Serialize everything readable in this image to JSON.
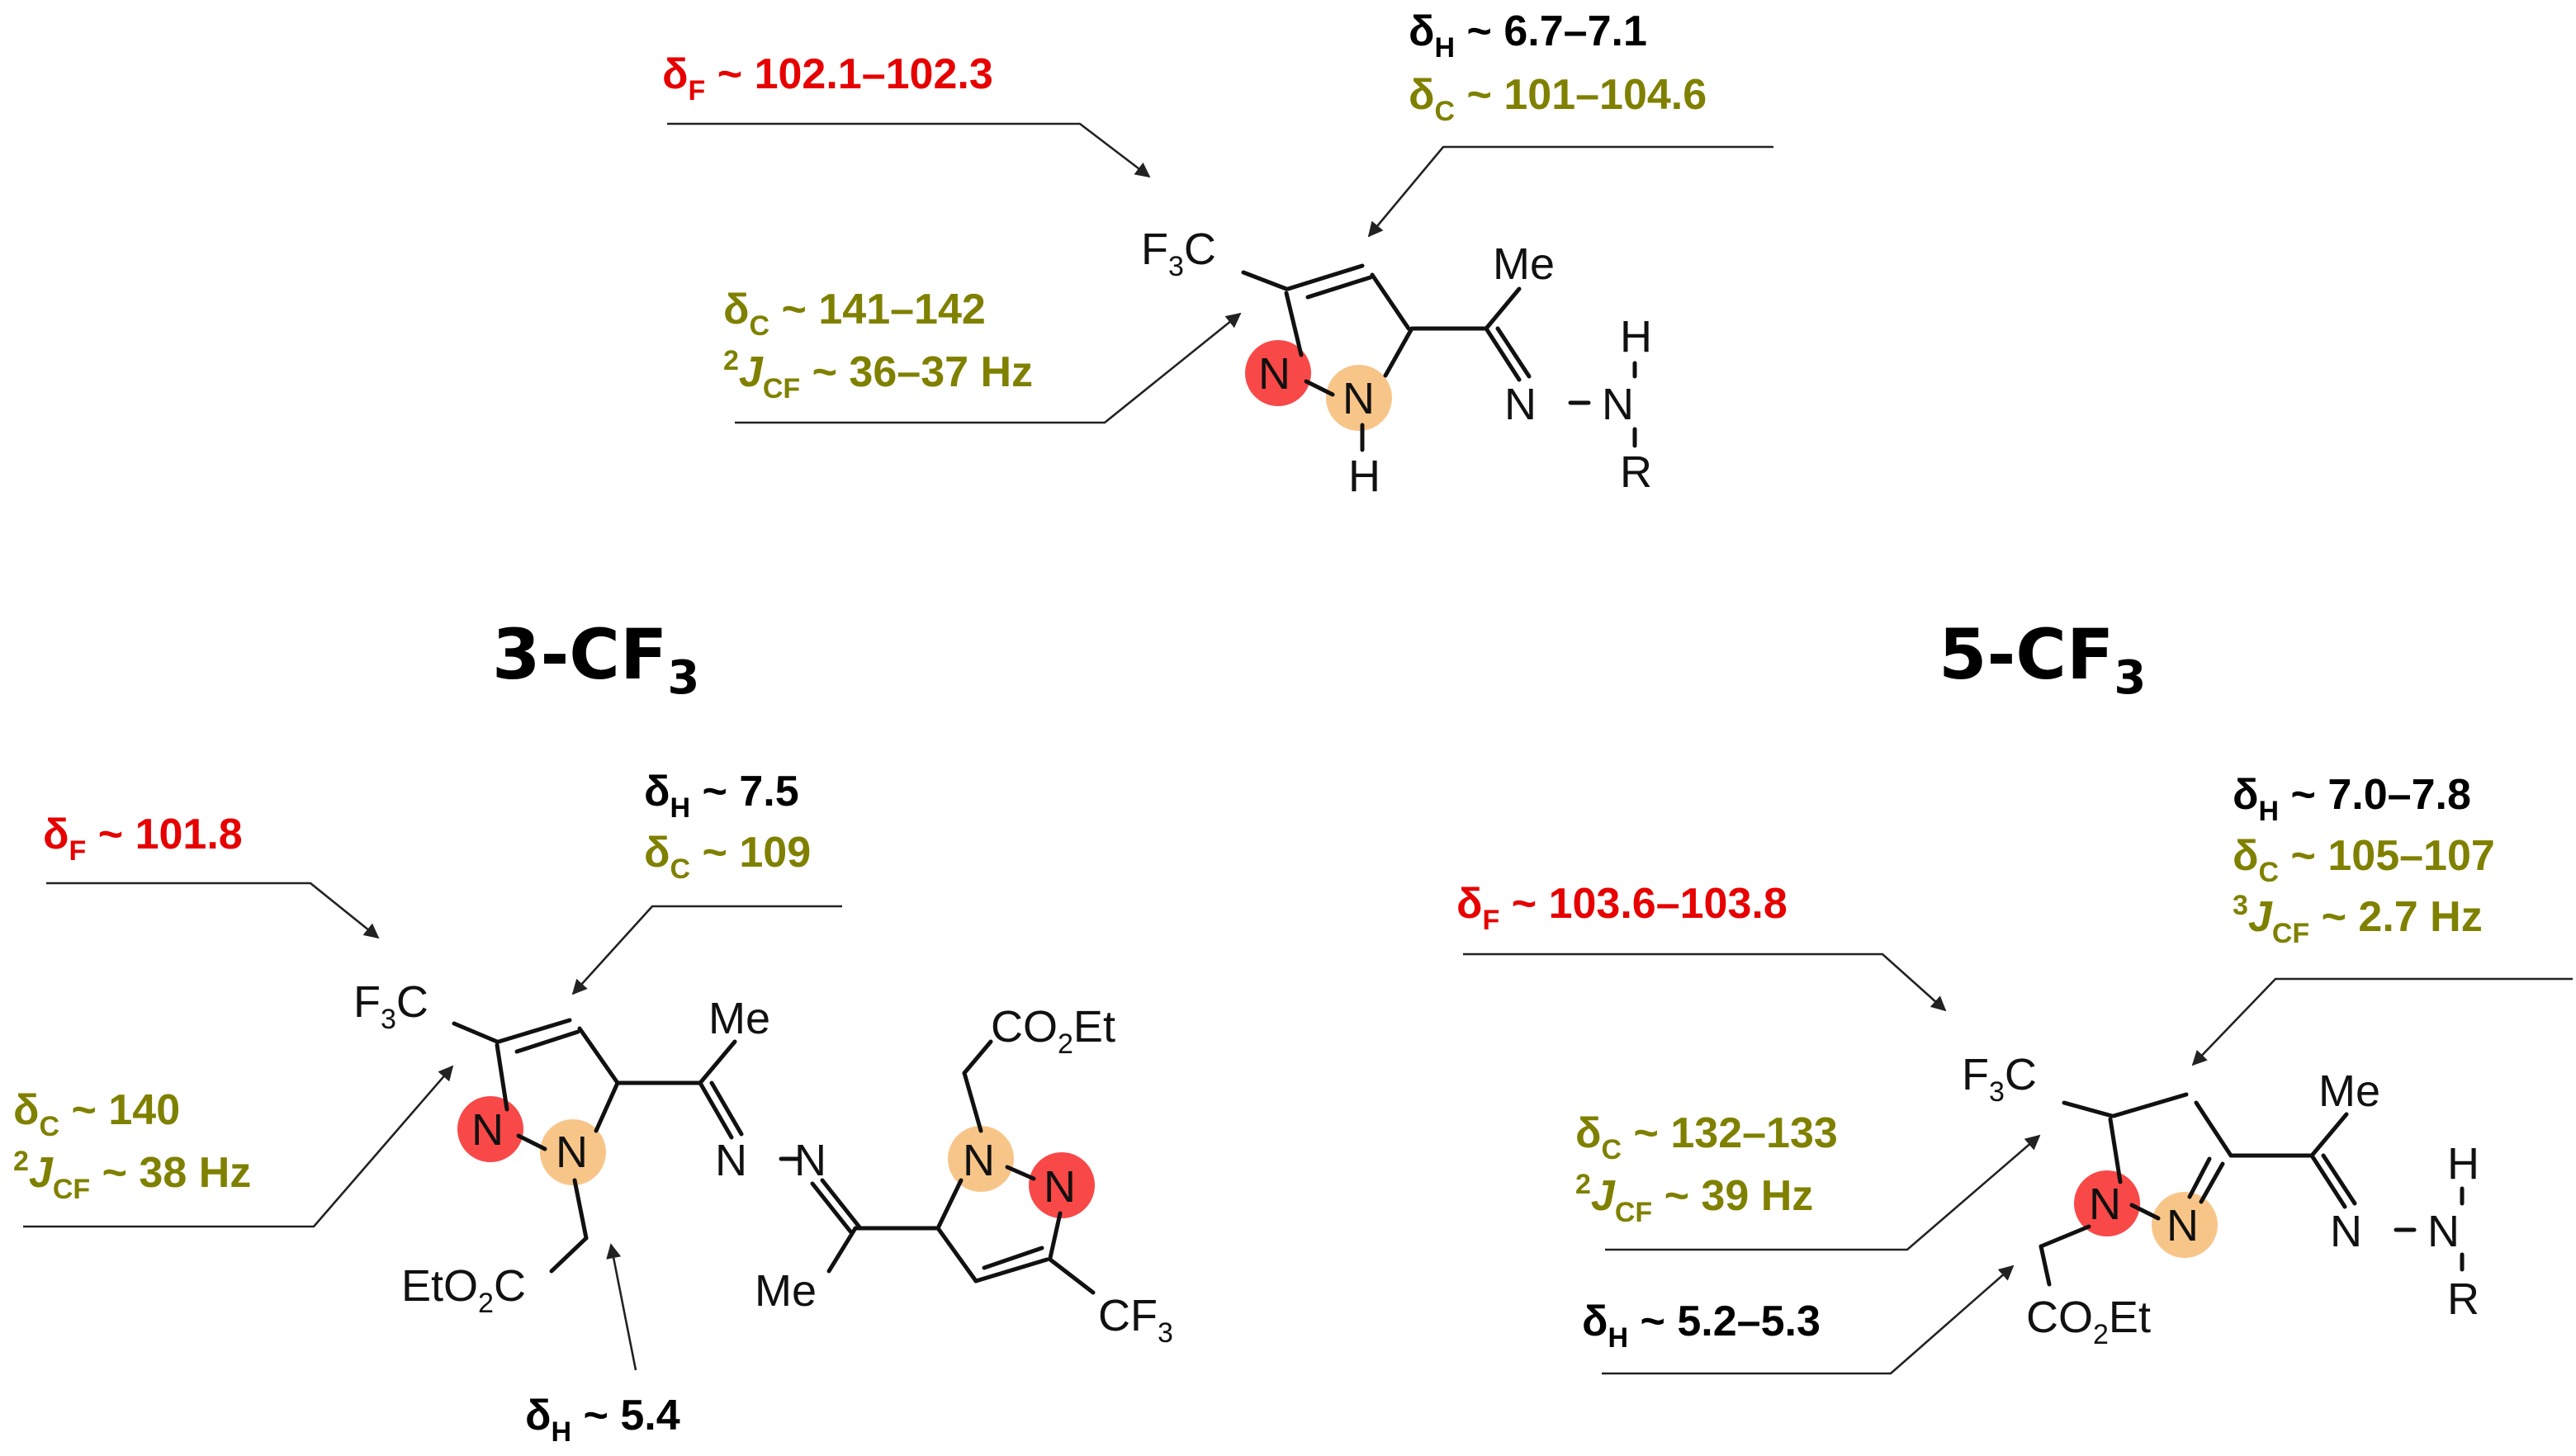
{
  "colors": {
    "fluorine_shift": "#e60000",
    "carbon_shift": "#808000",
    "proton_shift": "#000000",
    "n1_circle": "#f94848",
    "n2_circle": "#f8c589",
    "arrow": "#222222"
  },
  "headings": {
    "left": {
      "main": "3-CF",
      "sub": "3"
    },
    "right": {
      "main": "5-CF",
      "sub": "3"
    }
  },
  "atoms": {
    "cf3_f": "F",
    "cf3_sub": "3",
    "cf3_c": "C",
    "cf3_right_f": "F",
    "cf3_right_sub": "3",
    "cf3_right_c": "C",
    "n": "N",
    "h": "H",
    "me": "Me",
    "r": "R",
    "co2et_co": "CO",
    "co2et_sub": "2",
    "co2et_et": "Et",
    "eto2c_eto": "EtO",
    "eto2c_sub": "2",
    "eto2c_c": "C"
  },
  "annotations": {
    "top": {
      "fluorine": {
        "sym": "δ",
        "sub": "F",
        "text": " ~ 102.1–102.3"
      },
      "proton": {
        "sym": "δ",
        "sub": "H",
        "text": " ~ 6.7–7.1"
      },
      "carbon4": {
        "sym": "δ",
        "sub": "C",
        "text": " ~ 101–104.6"
      },
      "carbon3": {
        "sym": "δ",
        "sub": "C",
        "text": " ~ 141–142"
      },
      "coupling": {
        "sup": "2",
        "sym": "J",
        "sub": "CF",
        "text": " ~ 36–37 Hz"
      }
    },
    "left": {
      "fluorine": {
        "sym": "δ",
        "sub": "F",
        "text": " ~ 101.8"
      },
      "proton": {
        "sym": "δ",
        "sub": "H",
        "text": " ~ 7.5"
      },
      "carbon4": {
        "sym": "δ",
        "sub": "C",
        "text": " ~ 109"
      },
      "carbon3": {
        "sym": "δ",
        "sub": "C",
        "text": " ~ 140"
      },
      "coupling": {
        "sup": "2",
        "sym": "J",
        "sub": "CF",
        "text": " ~ 38 Hz"
      },
      "ch2_proton": {
        "sym": "δ",
        "sub": "H",
        "text": " ~ 5.4"
      }
    },
    "right": {
      "fluorine": {
        "sym": "δ",
        "sub": "F",
        "text": " ~ 103.6–103.8"
      },
      "proton": {
        "sym": "δ",
        "sub": "H",
        "text": " ~ 7.0–7.8"
      },
      "carbon4": {
        "sym": "δ",
        "sub": "C",
        "text": " ~ 105–107"
      },
      "coupling3": {
        "sup": "3",
        "sym": "J",
        "sub": "CF",
        "text": " ~ 2.7 Hz"
      },
      "carbon5": {
        "sym": "δ",
        "sub": "C",
        "text": " ~ 132–133"
      },
      "coupling2": {
        "sup": "2",
        "sym": "J",
        "sub": "CF",
        "text": " ~ 39 Hz"
      },
      "ch2_proton": {
        "sym": "δ",
        "sub": "H",
        "text": " ~ 5.2–5.3"
      }
    }
  }
}
